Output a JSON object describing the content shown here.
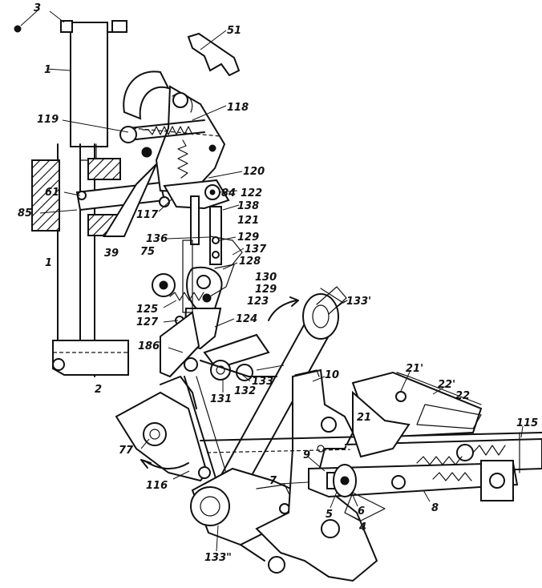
{
  "labels": {
    "l3": "3",
    "l1_top": "1",
    "l51": "51",
    "l118": "118",
    "l119": "119",
    "l120": "120",
    "l84": "84",
    "l122": "122",
    "l138": "138",
    "l121": "121",
    "l61": "61",
    "l85": "85",
    "l117": "117",
    "l39": "39",
    "l136": "136",
    "l129a": "129",
    "l75": "75",
    "l137": "137",
    "l1_mid": "1",
    "l128": "128",
    "l130": "130",
    "l129b": "129",
    "l123": "123",
    "l125": "125",
    "l127": "127",
    "l124": "124",
    "l133p": "133'",
    "l186": "186",
    "l133": "133",
    "l132": "132",
    "l131": "131",
    "l10": "10",
    "l2": "2",
    "l21p": "21'",
    "l22p": "22'",
    "l22": "22",
    "l21": "21",
    "l115": "115",
    "l77": "77",
    "l9": "9",
    "l116": "116",
    "l7": "7",
    "l5": "5",
    "l6": "6",
    "l8": "8",
    "l4": "4",
    "l133pp": "133\""
  },
  "colors": {
    "ink": "#111111",
    "paper": "#ffffff"
  }
}
